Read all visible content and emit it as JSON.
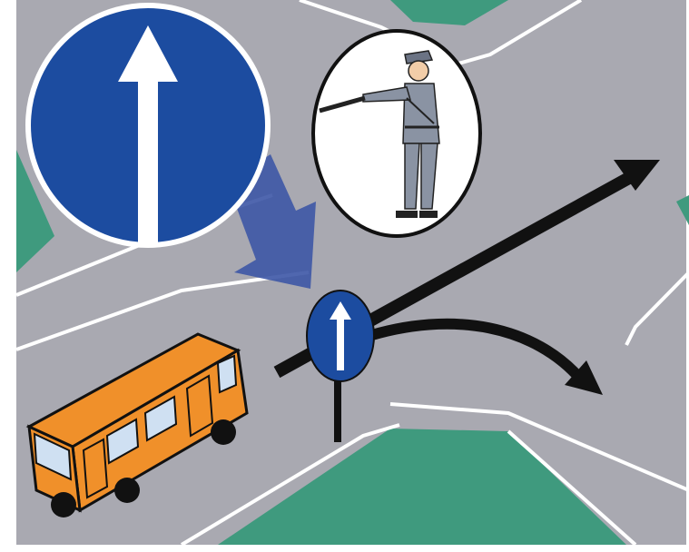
{
  "scene": {
    "type": "traffic-rules-illustration",
    "colors": {
      "road": "#a9a9b1",
      "grass": "#3f9a7e",
      "lane_line": "#ffffff",
      "sign_blue": "#1c4ca0",
      "sign_arrow": "#ffffff",
      "bus_body": "#f0902a",
      "bus_window": "#cfe0f2",
      "path_arrow": "#111111",
      "pointer_arrow": "#3d57a6",
      "officer_uniform": "#8a93a3",
      "bubble_fill": "#ffffff"
    },
    "sign": {
      "kind": "straight-ahead-only",
      "icon": "arrow-up-icon"
    },
    "vehicle": {
      "kind": "bus",
      "heading": "towards-intersection"
    },
    "officer": {
      "gesture": "arm-extended-left",
      "icon": "traffic-officer-icon"
    },
    "paths": [
      {
        "name": "straight-diagonal",
        "icon": "arrow-straight-icon"
      },
      {
        "name": "right-turn",
        "icon": "arrow-curve-right-icon"
      }
    ]
  }
}
